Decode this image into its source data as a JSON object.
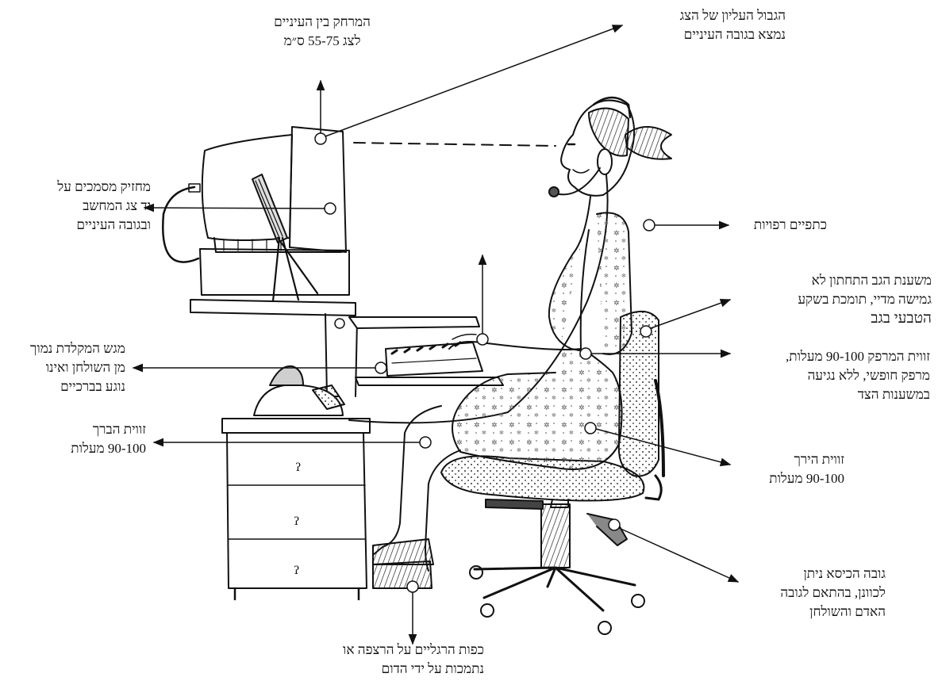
{
  "labels": {
    "eye_distance": [
      "המרחק בין העיניים",
      "לצג 55-75 ס״מ"
    ],
    "screen_top": [
      "הגבול העליון של הצג",
      "נמצא בגובה העיניים"
    ],
    "doc_holder": [
      "מחזיק מסמכים על",
      "יד צג המחשב",
      "ובגובה העיניים"
    ],
    "shoulders": [
      "כתפיים רפויות"
    ],
    "lumbar": [
      "משענת הגב התחתון לא",
      "גמישה מדיי, תומכת בשקע",
      "הטבעי בגב"
    ],
    "keyboard_tray": [
      "מגש המקלדת נמוך",
      "מן השולחן ואינו",
      "נוגע בברכיים"
    ],
    "elbow": [
      "זווית המרפק 90-100 מעלות,",
      "מרפק חופשי, ללא נגיעה",
      "במשענות הצד"
    ],
    "knee": [
      "זווית הברך",
      "90-100 מעלות"
    ],
    "hip": [
      "זווית הירך",
      "90-100",
      "מעלות"
    ],
    "seat_height": [
      "גובה הכיסא ניתן",
      "לכוונן, בהתאם לגובה",
      "האדם והשולחן"
    ],
    "feet": [
      "כפות הרגליים על הרצפה או",
      "נתמכות על ידי הדום"
    ]
  },
  "colors": {
    "ink": "#111111",
    "paper": "#ffffff"
  }
}
